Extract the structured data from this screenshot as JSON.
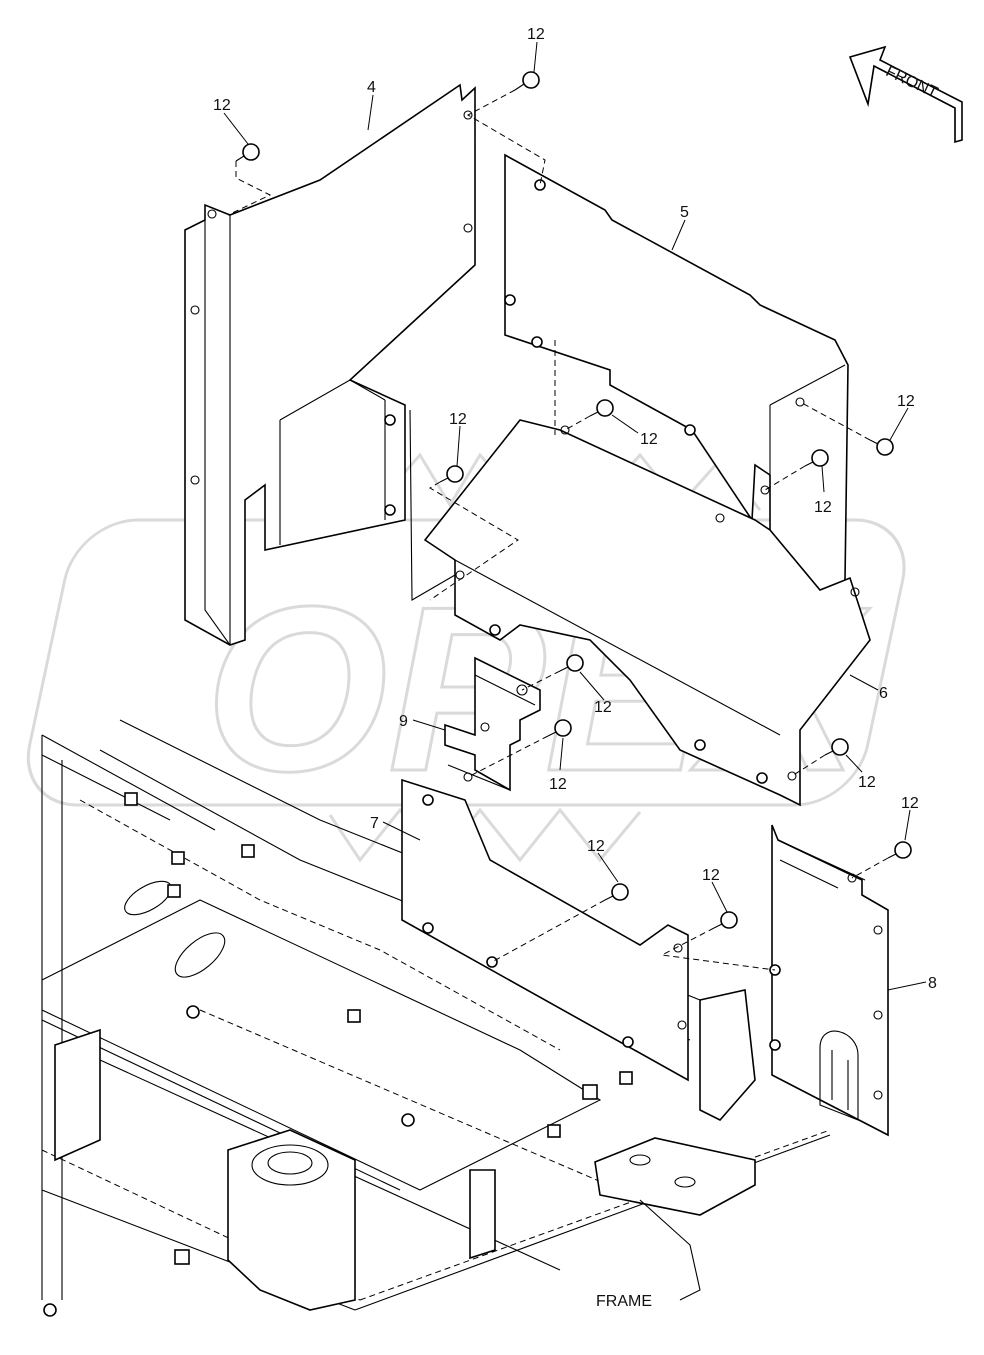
{
  "corner_code": "",
  "watermark": "OPEX",
  "direction_arrow": {
    "label": "FRONT"
  },
  "frame_label": "FRAME",
  "callouts": {
    "c4": "4",
    "c5": "5",
    "c6": "6",
    "c7": "7",
    "c8": "8",
    "c9": "9",
    "c12": "12"
  },
  "colors": {
    "line": "#000000",
    "watermark": "#bdbdbd",
    "background": "#ffffff"
  }
}
